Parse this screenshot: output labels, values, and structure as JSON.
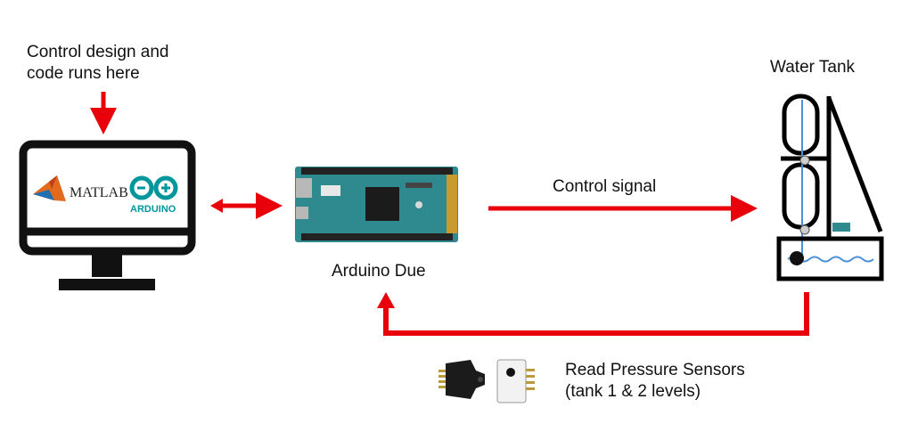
{
  "labels": {
    "control_design_line1": "Control design and",
    "control_design_line2": "code runs here",
    "water_tank": "Water Tank",
    "control_signal": "Control signal",
    "arduino_due": "Arduino Due",
    "read_pressure_line1": "Read Pressure Sensors",
    "read_pressure_line2": "(tank 1 & 2 levels)"
  },
  "monitor": {
    "matlab_text": "MATLAB",
    "arduino_text": "ARDUINO"
  },
  "colors": {
    "arrow": "#e8000b",
    "monitor": "#111111",
    "arduino_teal": "#00979c",
    "board_teal": "#2f8a8f",
    "matlab_orange": "#e16a1c",
    "tank_line": "#000000",
    "water": "#4a90d9"
  },
  "icons": {
    "monitor": "monitor-icon",
    "matlab": "matlab-logo-icon",
    "arduino": "arduino-logo-icon",
    "board": "arduino-board-icon",
    "tank": "water-tank-icon",
    "sensor": "pressure-sensor-icon"
  }
}
